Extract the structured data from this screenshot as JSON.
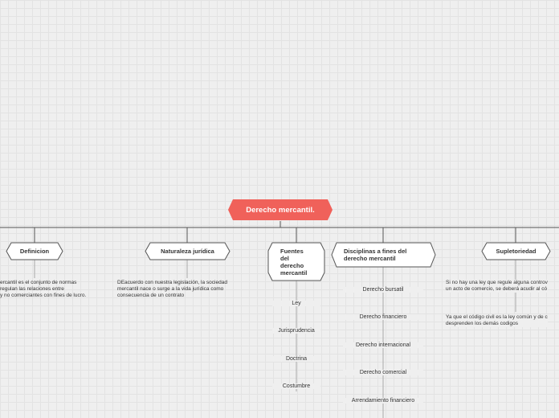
{
  "map": {
    "root": {
      "label": "Derecho mercantil.",
      "color": "#f0615a"
    },
    "topics": [
      {
        "label": "Definicion",
        "lines": [
          "Definicion"
        ]
      },
      {
        "label": "Naturaleza jurídica",
        "lines": [
          "Naturaleza jurídica"
        ]
      },
      {
        "label": "Fuentes del derecho mercantil",
        "lines": [
          "Fuentes",
          "del",
          "derecho",
          "mercantil"
        ]
      },
      {
        "label": "Disciplinas a fines del derecho mercantil",
        "lines": [
          "Disciplinas a fines del",
          "derecho mercantil"
        ]
      },
      {
        "label": "Supletoriedad",
        "lines": [
          "Supletoriedad"
        ]
      }
    ],
    "definicion_text": [
      "ercantil es el conjunto de normas",
      "regulan las relaciones entre",
      "y no comerciantes con fines de lucro."
    ],
    "naturaleza_text": [
      "DEacuerdo con nuestra legislación, la sociedad",
      "mercantil nace o surge a la vida jurídica como",
      "consecuencia de un contrato"
    ],
    "fuentes_items": [
      "Ley",
      "Jurisprudencia",
      "Doctrina",
      "Costumbre"
    ],
    "disciplinas_items": [
      "Derecho bursatil",
      "Derecho financiero",
      "Derecho internacional",
      "Derecho comercial",
      "Arrendamiento financiero"
    ],
    "supletoriedad_text_1": [
      "Si no hay una ley que regule alguna controv",
      "un acto de comercio, se deberá acudir al có"
    ],
    "supletoriedad_text_2": [
      "Ya que el código civil es la ley común y de c",
      "desprenden los demás codigos"
    ]
  }
}
